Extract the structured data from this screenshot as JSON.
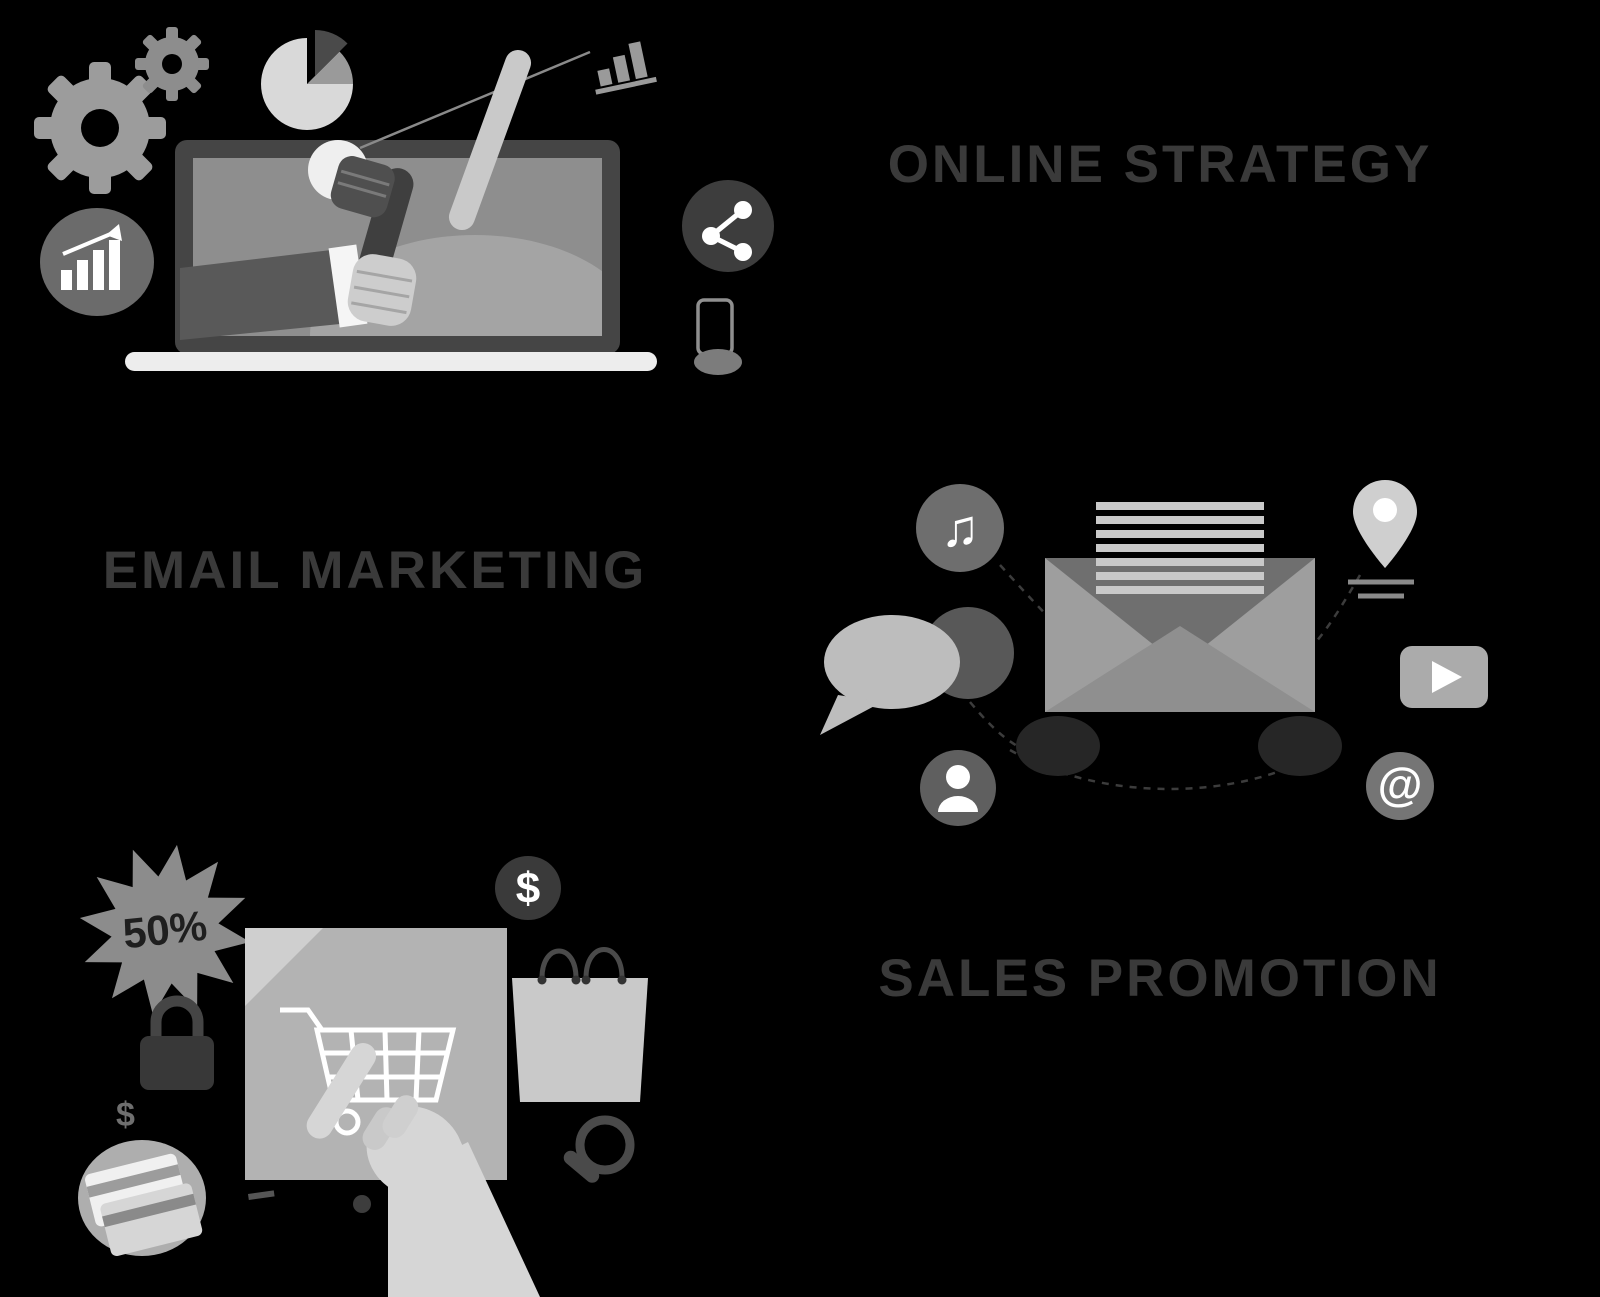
{
  "colors": {
    "background": "#000000",
    "heading": "#3a3a3a",
    "light_gray": "#d9d9d9",
    "mid_gray": "#9a9a9a",
    "dark_gray": "#4a4a4a"
  },
  "headings": {
    "online_strategy": "ONLINE STRATEGY",
    "email_marketing": "EMAIL MARKETING",
    "sales_promotion": "SALES PROMOTION"
  },
  "laptop_illustration": {
    "icons": [
      "gear-icon",
      "small-gear-icon",
      "pie-chart-icon",
      "bar-chart-growth-icon",
      "laptop-icon",
      "microphone-in-hand-icon",
      "stick-icon",
      "mini-chart-icon",
      "share-icon",
      "phone-in-hand-icon"
    ]
  },
  "email_illustration": {
    "at_symbol": "@",
    "music_symbol": "♫",
    "icons": [
      "music-note-icon",
      "location-pin-icon",
      "open-envelope-icon",
      "chat-bubble-icon",
      "video-play-icon",
      "person-icon",
      "at-sign-icon"
    ]
  },
  "shopping_illustration": {
    "discount_badge": "50%",
    "currency_symbol": "$",
    "small_symbol": "$",
    "icons": [
      "discount-starburst-icon",
      "dollar-sign-icon",
      "tablet-screen",
      "shopping-cart-icon",
      "pointer-hand-icon",
      "shopping-bag-icon",
      "padlock-icon",
      "credit-cards-icon",
      "magnifier-icon"
    ]
  }
}
